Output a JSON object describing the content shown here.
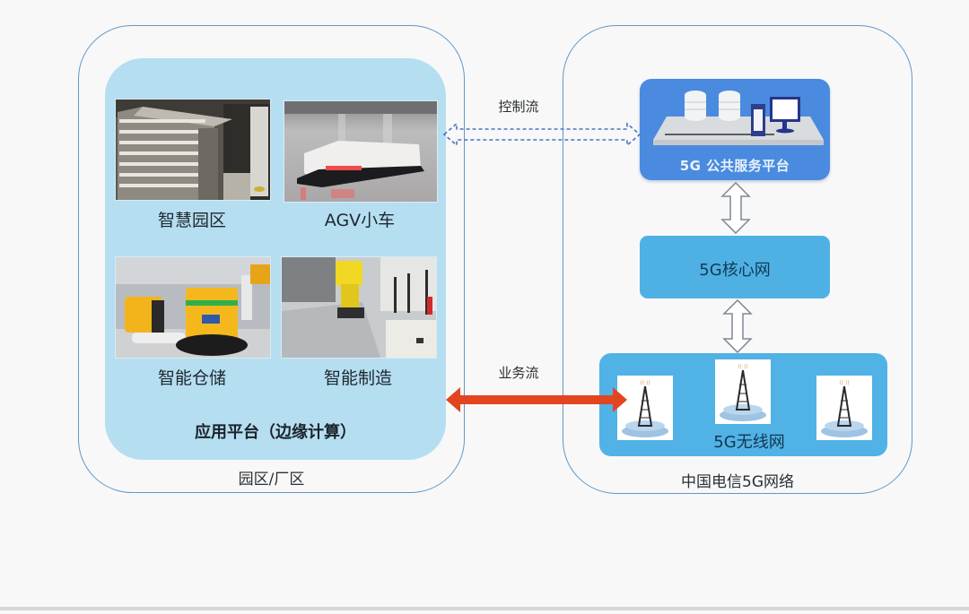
{
  "left_region": {
    "label": "园区/厂区",
    "platform_label": "应用平台（边缘计算）",
    "scenarios": [
      {
        "label": "智慧园区",
        "image": "smart-park-building-photo"
      },
      {
        "label": "AGV小车",
        "image": "agv-cart-photo"
      },
      {
        "label": "智能仓储",
        "image": "smart-warehouse-robots-photo"
      },
      {
        "label": "智能制造",
        "image": "smart-manufacturing-robot-arm-photo"
      }
    ]
  },
  "right_region": {
    "label": "中国电信5G网络",
    "public_platform": {
      "label": "5G 公共服务平台",
      "icons": [
        "database-icon",
        "database-icon",
        "server-tower-icon",
        "monitor-icon"
      ]
    },
    "core_network": {
      "label": "5G核心网"
    },
    "wireless_network": {
      "label": "5G无线网",
      "towers": [
        "cell-tower-icon",
        "cell-tower-icon",
        "cell-tower-icon"
      ]
    }
  },
  "flows": {
    "control": {
      "label": "控制流",
      "style": "dashed-double-arrow",
      "color": "#4a72c4"
    },
    "business": {
      "label": "业务流",
      "style": "solid-double-arrow",
      "color": "#e2451f"
    }
  },
  "colors": {
    "outer_border": "#5f98c9",
    "left_panel": "#b6def1",
    "public_platform": "#4a8be0",
    "core_network": "#4fb1e3",
    "wireless_network": "#51b2e6"
  }
}
